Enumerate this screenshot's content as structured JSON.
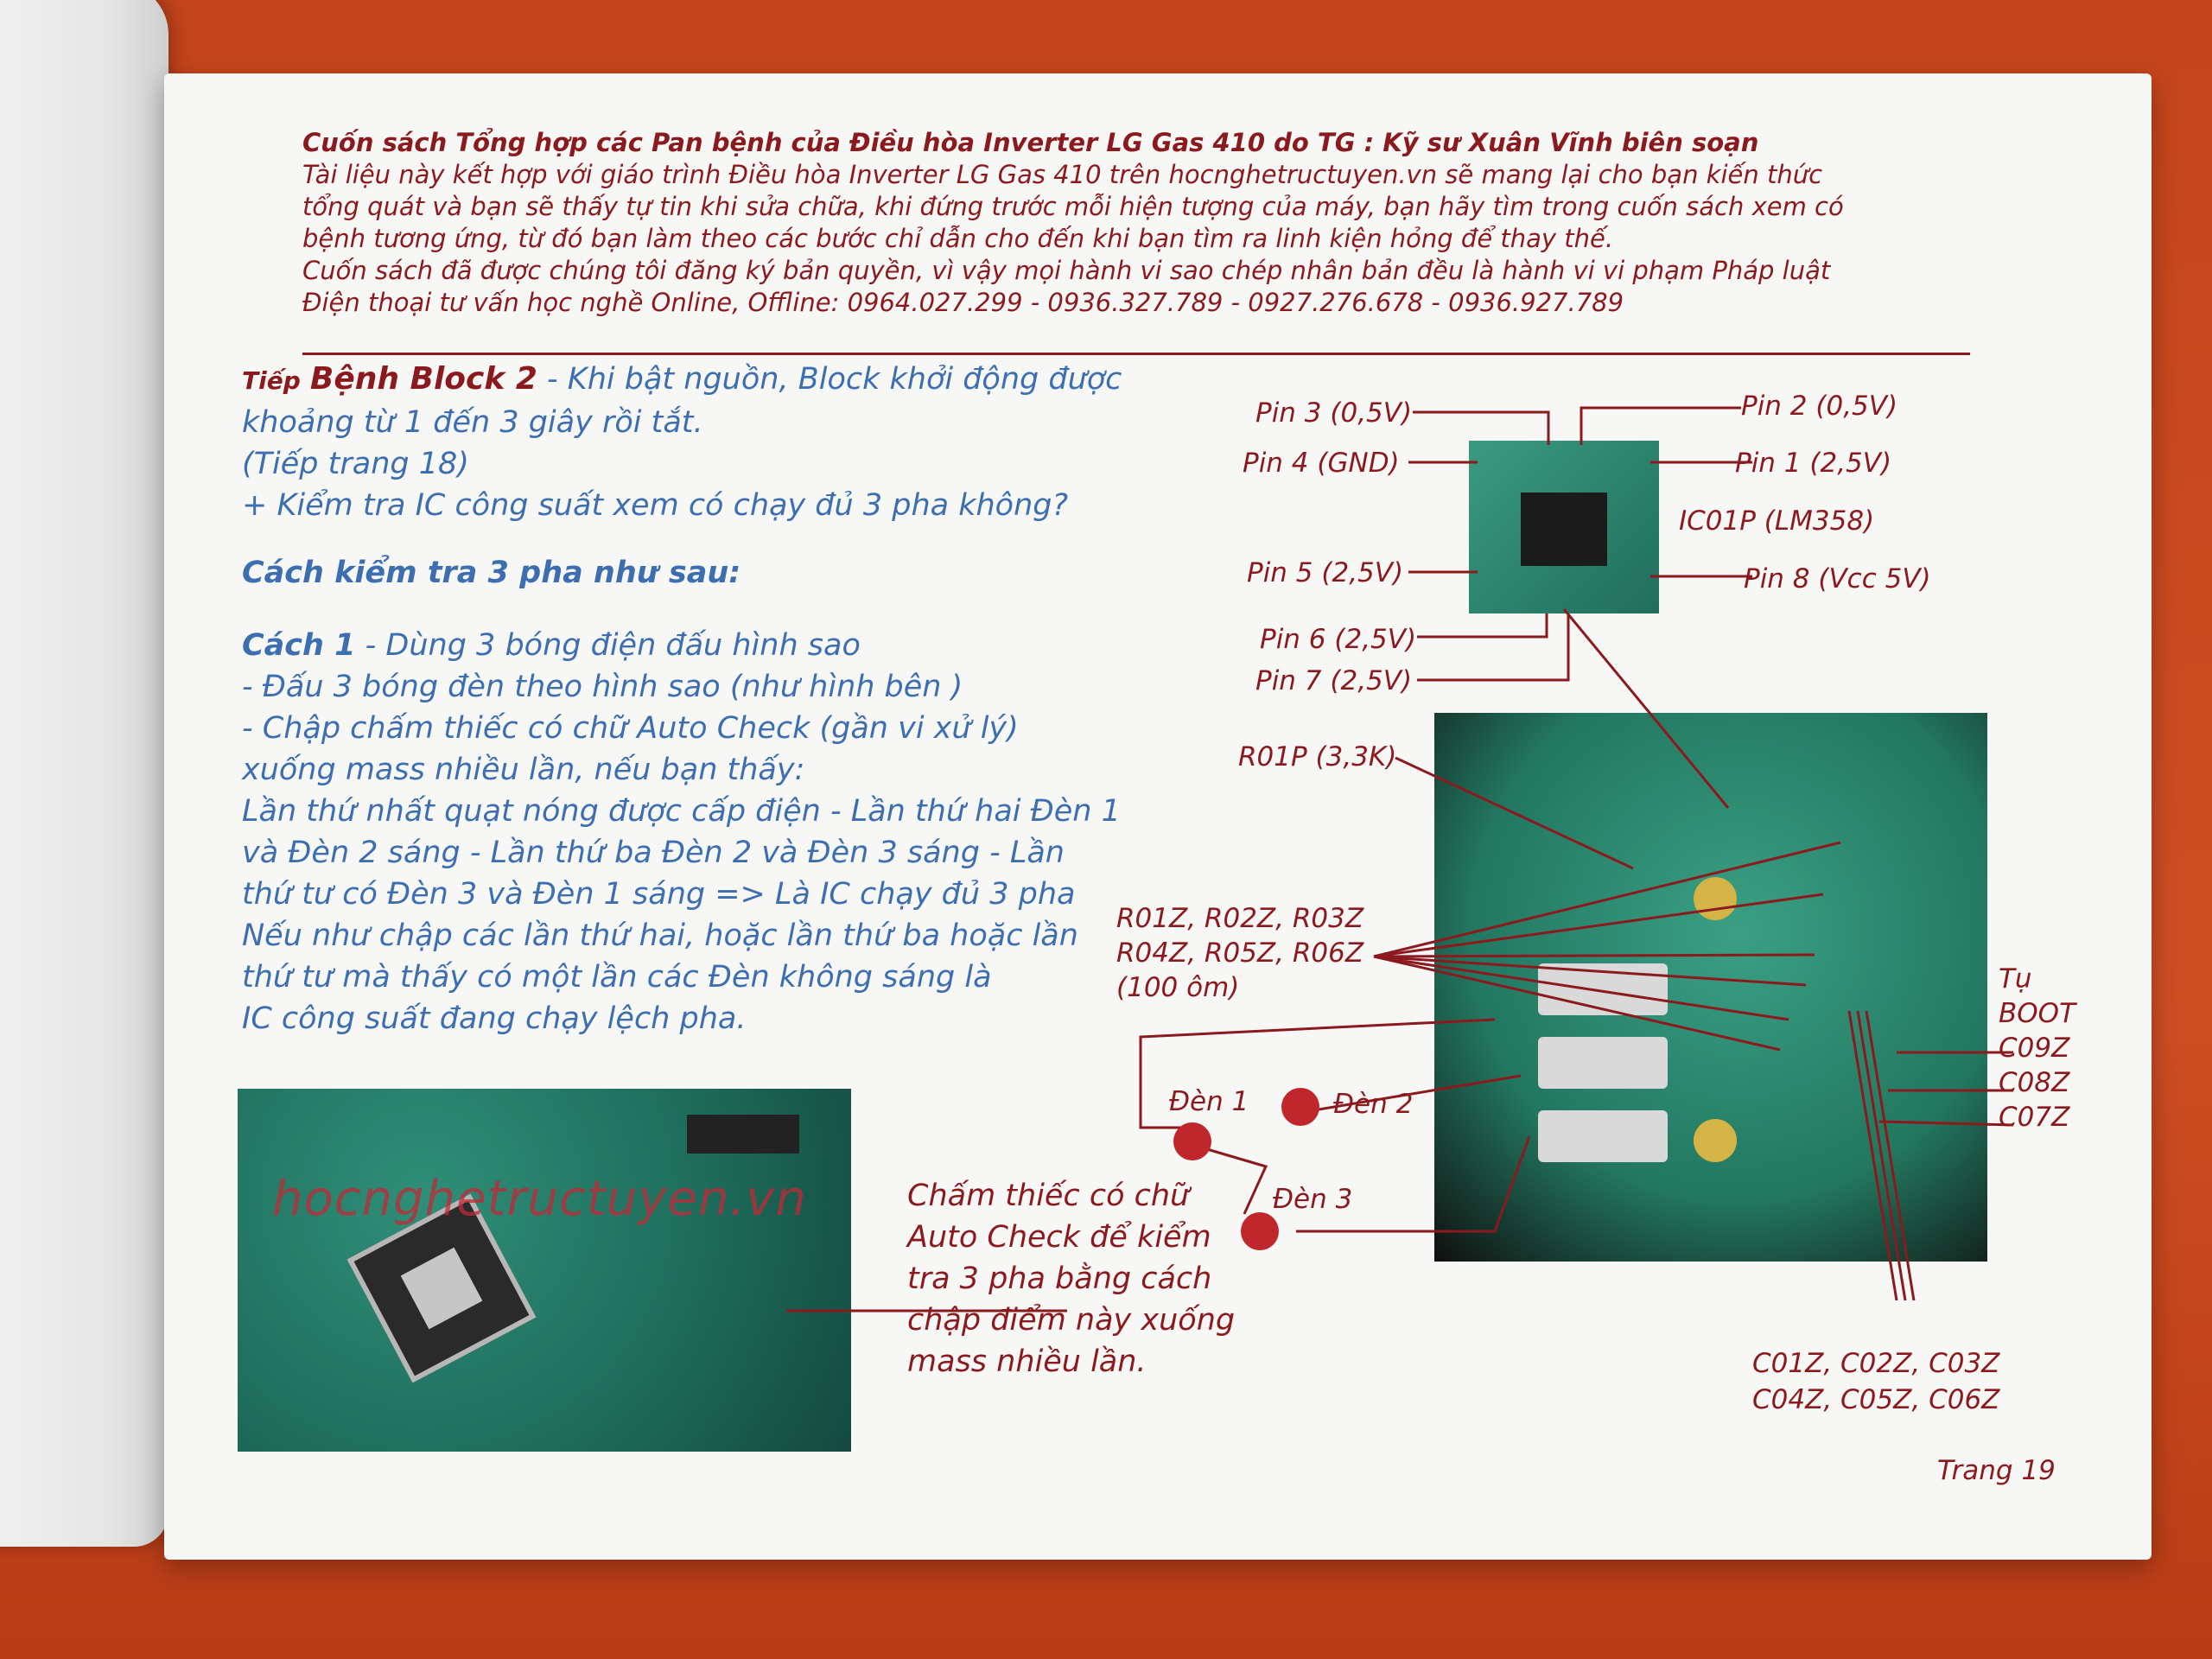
{
  "header": {
    "title": "Cuốn sách Tổng hợp các Pan bệnh của Điều hòa  Inverter LG Gas 410 do TG : Kỹ sư Xuân Vĩnh biên soạn",
    "line1": "Tài liệu này kết hợp với giáo trình Điều hòa Inverter LG Gas 410  trên hocnghetructuyen.vn sẽ mang lại cho bạn kiến thức",
    "line2": "tổng quát và bạn sẽ thấy tự tin khi sửa chữa, khi đứng trước mỗi hiện tượng của máy, bạn hãy tìm trong cuốn sách xem có",
    "line3": "bệnh tương ứng, từ đó bạn làm theo các bước chỉ dẫn cho đến khi bạn tìm ra linh kiện hỏng để thay thế.",
    "line4": "Cuốn sách đã được chúng tôi đăng ký bản quyền, vì vậy mọi hành vi sao chép nhân bản đều là hành vi vi phạm Pháp luật",
    "line5": "Điện thoại tư vấn học nghề Online, Offline: 0964.027.299 - 0936.327.789 - 0927.276.678 - 0936.927.789"
  },
  "body": {
    "tiep": "Tiếp",
    "benh": "Bệnh Block 2",
    "intro": " - Khi bật nguồn, Block khởi động được",
    "intro2": "khoảng từ 1 đến 3 giây rồi tắt.",
    "tiep_trang": "(Tiếp trang 18)",
    "check": "+ Kiểm tra IC công suất xem có chạy đủ 3 pha không?",
    "subhead": "Cách kiểm tra 3 pha như sau:",
    "cach1_label": "Cách 1",
    "cach1_text": " - Dùng 3 bóng điện đấu hình sao",
    "l1": " - Đấu 3 bóng đèn theo hình sao (như hình bên )",
    "l2": " - Chập chấm thiếc có chữ Auto Check (gần vi xử lý)",
    "l3": "xuống mass nhiều lần, nếu bạn thấy:",
    "l4": "Lần thứ nhất quạt nóng được cấp điện - Lần thứ hai Đèn 1",
    "l5": "và Đèn 2 sáng - Lần thứ ba  Đèn 2 và Đèn 3 sáng - Lần",
    "l6": " thứ tư có Đèn 3 và Đèn 1 sáng => Là IC chạy đủ 3 pha",
    "l7": "Nếu như chập các lần thứ hai, hoặc lần thứ ba hoặc lần",
    "l8": "thứ tư mà thấy có một lần các Đèn không  sáng là",
    "l9": "IC công suất đang chạy lệch pha."
  },
  "photo_left": {
    "watermark": "hocnghetructuyen.vn"
  },
  "caption": {
    "c1": "Chấm thiếc có chữ",
    "c2": "Auto Check để kiểm",
    "c3": "tra 3 pha bằng cách",
    "c4": "chập điểm này xuống",
    "c5": "mass nhiều lần."
  },
  "diagram": {
    "pin3": "Pin 3 (0,5V)",
    "pin2": "Pin 2 (0,5V)",
    "pin4": "Pin 4 (GND)",
    "pin1": "Pin 1 (2,5V)",
    "ic": "IC01P (LM358)",
    "pin5": "Pin 5 (2,5V)",
    "pin8": "Pin 8 (Vcc 5V)",
    "pin6": "Pin 6 (2,5V)",
    "pin7": "Pin 7 (2,5V)",
    "r01p": "R01P (3,3K)",
    "rz1": "R01Z, R02Z, R03Z",
    "rz2": "R04Z, R05Z, R06Z",
    "rz3": "(100 ôm)",
    "tu": "Tụ",
    "boot": "BOOT",
    "c09z": "C09Z",
    "c08z": "C08Z",
    "c07z": "C07Z",
    "den1": "Đèn 1",
    "den2": "Đèn 2",
    "den3": "Đèn 3",
    "cz1": "C01Z, C02Z, C03Z",
    "cz2": "C04Z, C05Z, C06Z"
  },
  "page_number": "Trang 19",
  "colors": {
    "accent_red": "#8b1a1f",
    "text_blue": "#3d6fb0",
    "table": "#c9461f"
  }
}
